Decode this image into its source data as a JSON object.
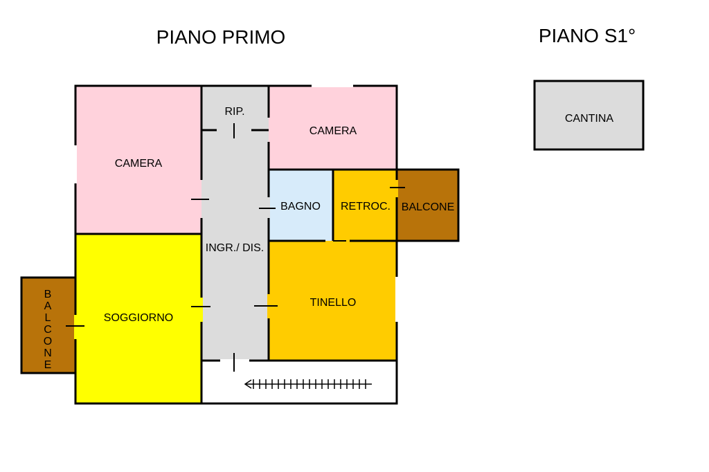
{
  "titles": {
    "first_floor": "PIANO PRIMO",
    "basement": "PIANO S1°"
  },
  "rooms": {
    "camera_left": "CAMERA",
    "ripostiglio": "RIP.",
    "camera_right": "CAMERA",
    "bagno": "BAGNO",
    "retrocucina": "RETROC.",
    "balcone_right": "BALCONE",
    "ingresso": "INGR./ DIS.",
    "soggiorno": "SOGGIORNO",
    "tinello": "TINELLO",
    "balcone_left": [
      "B",
      "A",
      "L",
      "C",
      "O",
      "N",
      "E"
    ],
    "cantina": "CANTINA"
  },
  "colors": {
    "camera": "#ffd2dc",
    "corridor": "#dcdcdc",
    "bagno": "#d7ebfa",
    "kitchen": "#ffcc00",
    "soggiorno": "#ffff00",
    "balcone": "#b8730a",
    "cantina": "#dcdcdc",
    "wall": "#000000"
  }
}
